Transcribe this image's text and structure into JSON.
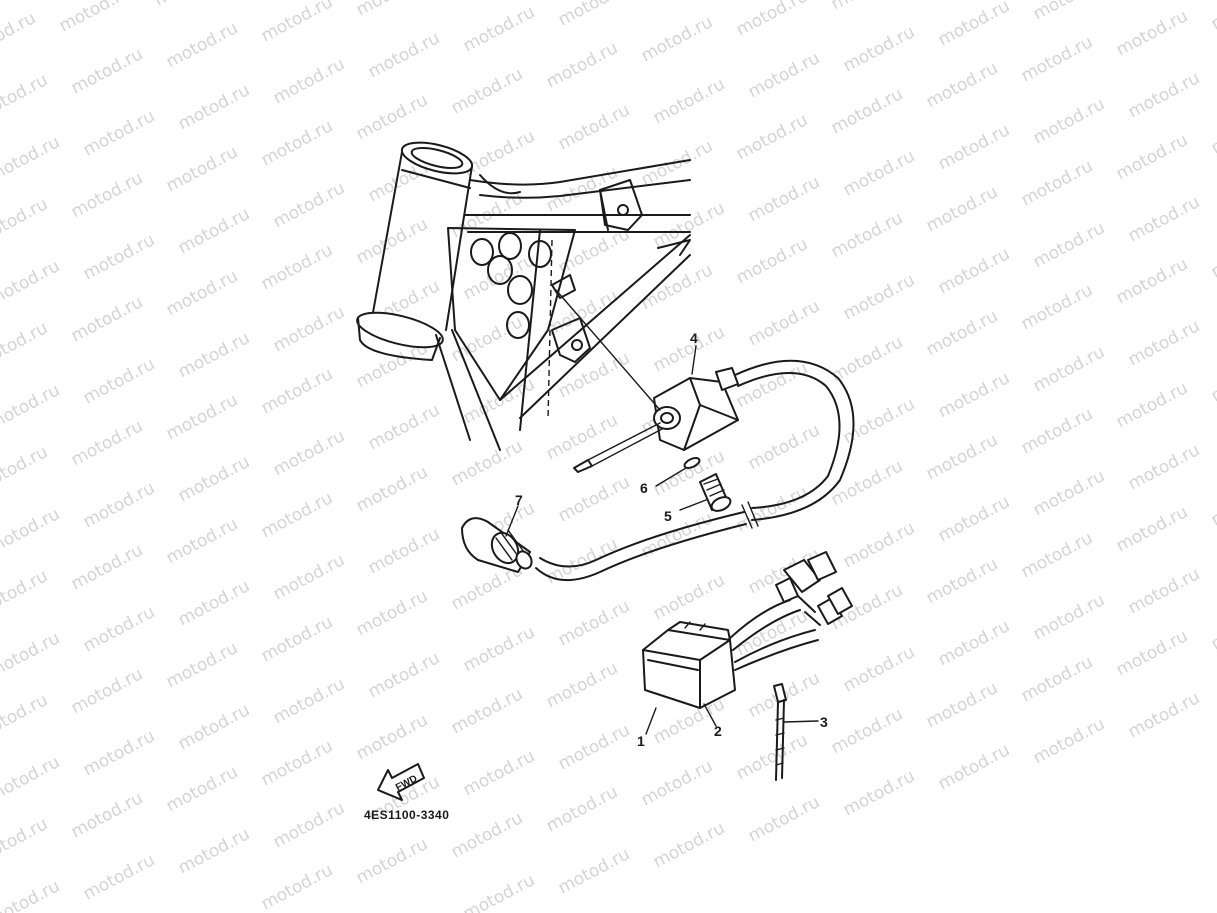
{
  "watermark": {
    "text": "motod.ru",
    "color": "#d4d4d4"
  },
  "diagram": {
    "part_code": "4ES1100-3340",
    "direction_arrow_label": "FWD",
    "callouts": [
      {
        "id": "1",
        "label": "1"
      },
      {
        "id": "2",
        "label": "2"
      },
      {
        "id": "3",
        "label": "3"
      },
      {
        "id": "4",
        "label": "4"
      },
      {
        "id": "5",
        "label": "5"
      },
      {
        "id": "6",
        "label": "6"
      },
      {
        "id": "7",
        "label": "7"
      }
    ]
  }
}
